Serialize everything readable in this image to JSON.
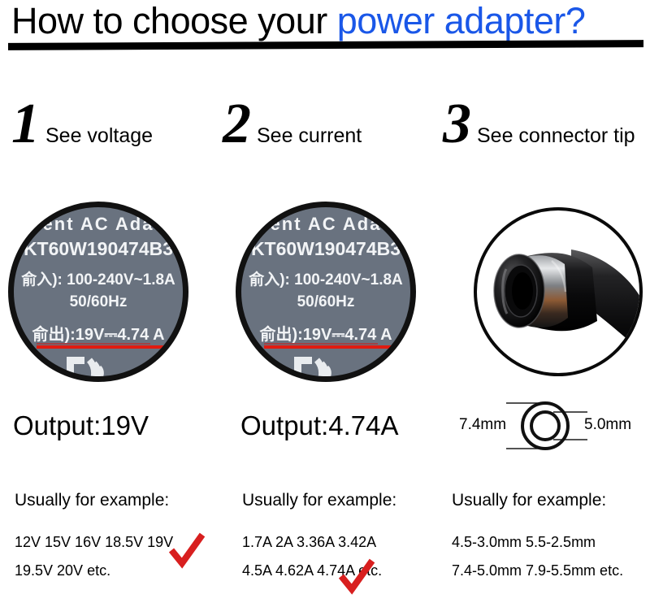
{
  "header": {
    "title_black": "How to choose your ",
    "title_blue": "power adapter?",
    "accent_color": "#1a57e8"
  },
  "steps": [
    {
      "number": "1",
      "label": "See voltage"
    },
    {
      "number": "2",
      "label": "See current"
    },
    {
      "number": "3",
      "label": "See connector tip"
    }
  ],
  "adapter_label": {
    "line_head": "ent AC Ada",
    "line_model": "KT60W190474B3",
    "line_input": "俞入): 100-240V~1.8A",
    "line_frequency": "50/60Hz",
    "line_output": "俞出):19V⎓4.74 A",
    "background_color": "#69727f",
    "highlight_color": "#e01b10",
    "cert_mark": "ccc-mark"
  },
  "connector": {
    "photo_alt": "dc-barrel-connector-tip",
    "outer_diameter": "7.4mm",
    "inner_diameter": "5.0mm"
  },
  "outputs": {
    "voltage": "Output:19V",
    "current": "Output:4.74A"
  },
  "examples": [
    {
      "heading": "Usually for example:",
      "line1": "12V 15V 16V 18.5V 19V",
      "line2": "19.5V 20V etc.",
      "checked_line": 1
    },
    {
      "heading": "Usually for example:",
      "line1": "1.7A 2A 3.36A 3.42A",
      "line2": "4.5A 4.62A 4.74A etc.",
      "checked_line": 2
    },
    {
      "heading": "Usually for example:",
      "line1": "4.5-3.0mm 5.5-2.5mm",
      "line2": "7.4-5.0mm 7.9-5.5mm etc.",
      "checked_line": 0
    }
  ],
  "check_mark_color": "#d81f1f"
}
